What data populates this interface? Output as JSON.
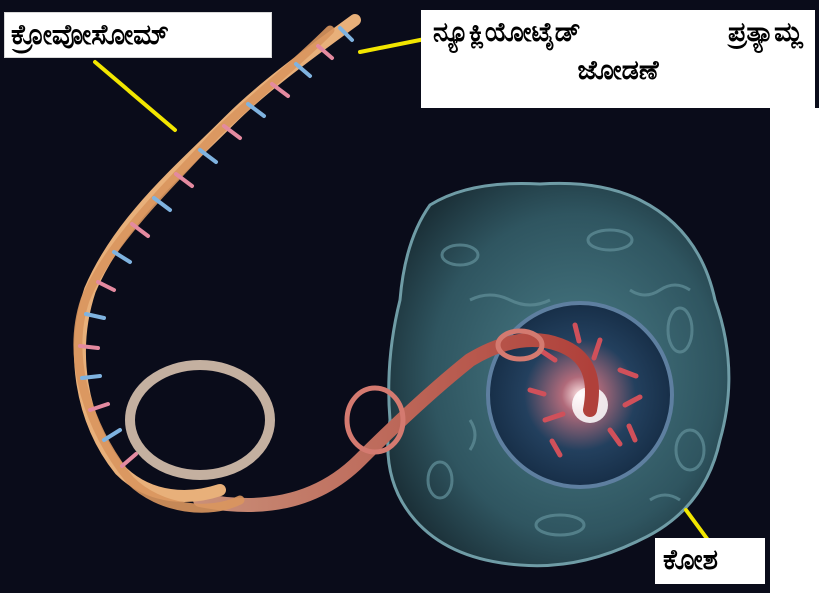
{
  "labels": {
    "chromosome": "ಕ್ರೋವೋಸೋಮ್",
    "nucleotide_line1_word1": "ನ್ಯೂಕ್ಲಿಯೋಟೈಡ್",
    "nucleotide_line1_word2": "ಪ್ರತ್ಯಾಮ್ಲ",
    "nucleotide_line2": "ಜೋಡಣೆ",
    "cell": "ಕೋಶ"
  },
  "colors": {
    "background": "#0a0c1a",
    "dna_backbone": "#e8b07a",
    "rung_blue": "#7fb3e0",
    "rung_pink": "#e48aa0",
    "cell_body": "#2f5560",
    "nucleus": "#1c3a55",
    "chromosome_strand": "#c0473a",
    "leader_line": "#f2e600",
    "label_background": "#ffffff"
  }
}
